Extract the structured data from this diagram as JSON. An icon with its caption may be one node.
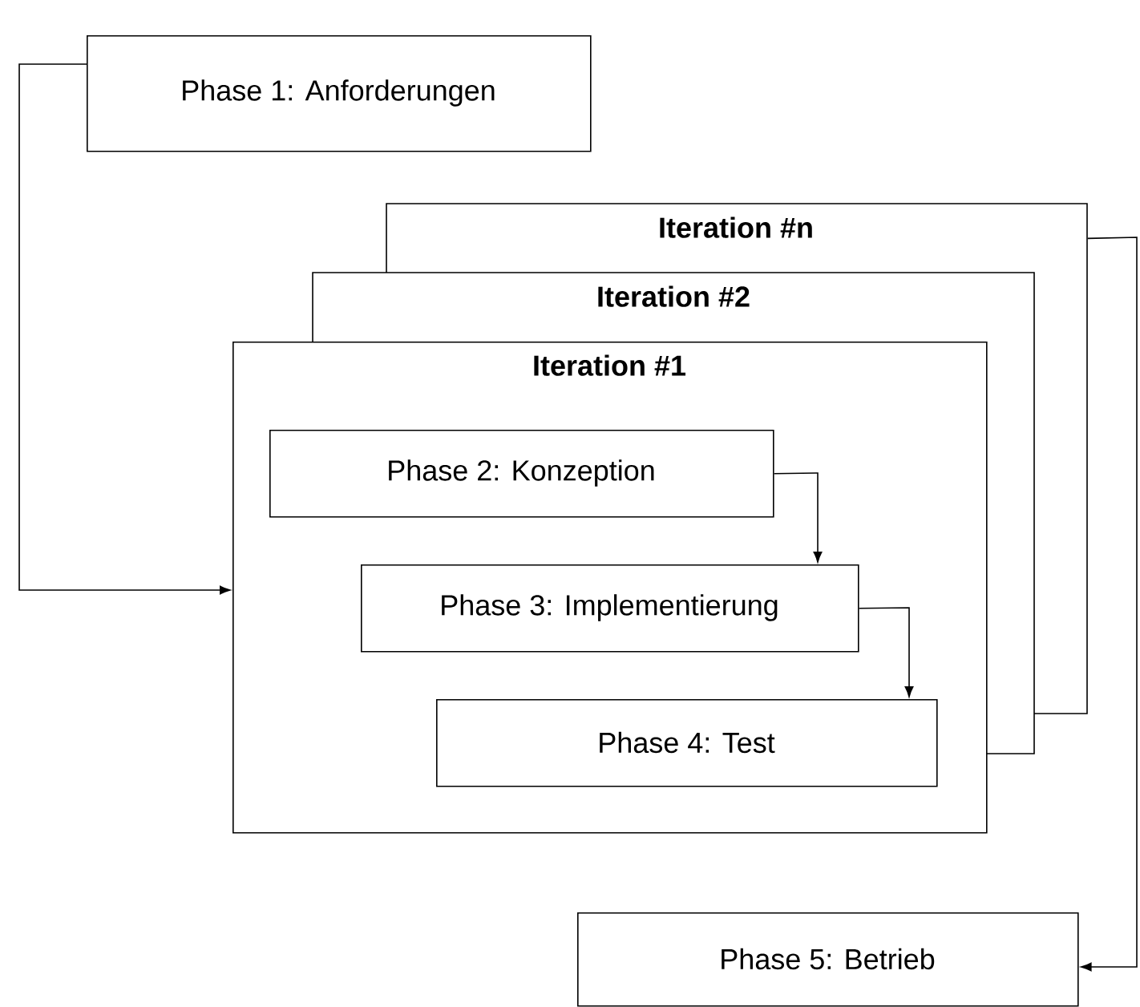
{
  "diagram": {
    "nodes": [
      {
        "text": [
          "Phase 1: Anforderungen"
        ]
      },
      {
        "text": [
          "Iteration #n"
        ]
      },
      {
        "text": [
          "Iteration #2"
        ]
      },
      {
        "text": [
          "Iteration #1"
        ]
      },
      {
        "text": [
          "Phase 2: Konzeption"
        ],
        "in": 3
      },
      {
        "text": [
          "Phase 3: Implementierung"
        ],
        "in": 3
      },
      {
        "text": [
          "Phase 4: Test"
        ],
        "in": 3
      },
      {
        "text": [
          "Phase 5: Betrieb"
        ]
      }
    ],
    "edges": [
      {
        "from": 0,
        "to": 3,
        "arrow": "to"
      },
      {
        "from": 4,
        "to": 5,
        "arrow": "to"
      },
      {
        "from": 5,
        "to": 6,
        "arrow": "to"
      },
      {
        "from": 1,
        "to": 7,
        "arrow": "to"
      }
    ]
  }
}
